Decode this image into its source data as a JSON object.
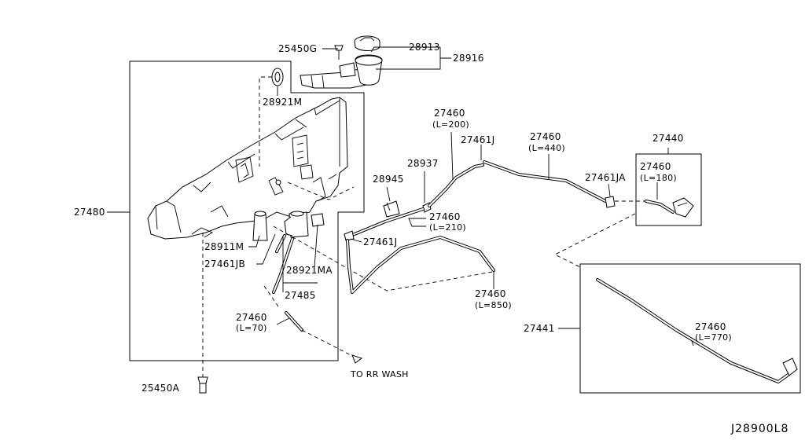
{
  "diagram_code": "J28900L8",
  "parts": {
    "p25450G": "25450G",
    "p28913": "28913",
    "p28916": "28916",
    "p28921M": "28921M",
    "p27480": "27480",
    "p28911M": "28911M",
    "p27461JB": "27461JB",
    "p28921MA": "28921MA",
    "p27485": "27485",
    "p25450A": "25450A",
    "p28945": "28945",
    "p28937": "28937",
    "p27461J_a": "27461J",
    "p27461J_b": "27461J",
    "p27461JA": "27461JA",
    "p27440": "27440",
    "p27441": "27441"
  },
  "hoses": {
    "h200": {
      "part": "27460",
      "length": "(L=200)"
    },
    "h440": {
      "part": "27460",
      "length": "(L=440)"
    },
    "h180": {
      "part": "27460",
      "length": "(L=180)"
    },
    "h210": {
      "part": "27460",
      "length": "(L=210)"
    },
    "h850": {
      "part": "27460",
      "length": "(L=850)"
    },
    "h70": {
      "part": "27460",
      "length": "(L=70)"
    },
    "h770": {
      "part": "27460",
      "length": "(L=770)"
    }
  },
  "annotations": {
    "to_rr_wash": "TO RR WASH"
  }
}
